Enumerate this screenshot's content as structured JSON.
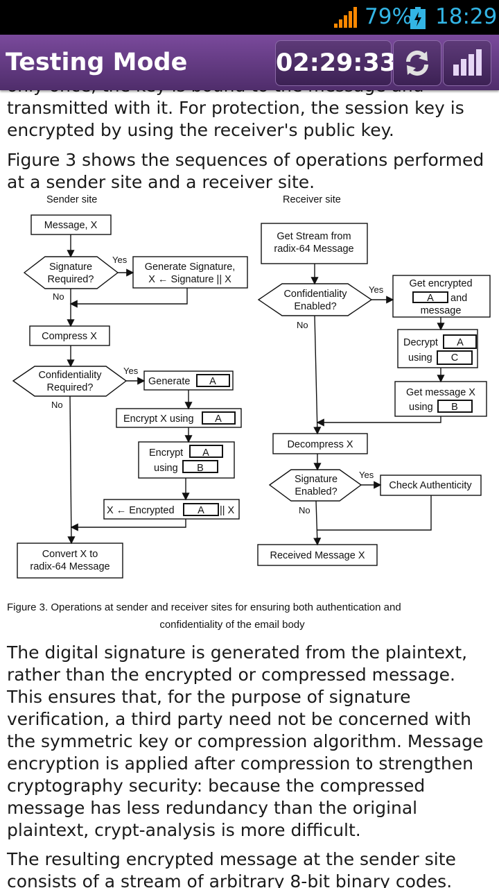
{
  "status_bar": {
    "battery_percent": "79%",
    "time": "18:29",
    "icons": [
      "signal-icon",
      "battery-charging-icon"
    ]
  },
  "app_bar": {
    "title": "Testing Mode",
    "timer": "02:29:33",
    "icons": [
      "refresh-icon",
      "bar-chart-icon"
    ],
    "accent": "#5e3a7e"
  },
  "paragraphs": [
    "only once, the key is bound to the message and transmitted with it. For protection, the session key is encrypted by using the receiver's public key.",
    "Figure 3 shows the sequences of operations performed at a sender site and a receiver site.",
    "The digital signature is generated from the plaintext, rather than the encrypted or compressed message. This ensures that, for the purpose of signature verification, a third party need not be concerned with the symmetric key or compression algorithm. Message encryption is applied after compression to strengthen cryptography security: because the compressed message has less redundancy than the original plaintext, crypt-analysis is more difficult.",
    "The resulting encrypted message at the sender site consists of a stream of arbitrary 8-bit binary codes."
  ],
  "figure": {
    "sender_title": "Sender site",
    "receiver_title": "Receiver site",
    "sender": {
      "message": "Message, X",
      "sig_required": [
        "Signature",
        "Required?"
      ],
      "yes": "Yes",
      "no": "No",
      "generate_signature": [
        "Generate Signature,",
        "X ← Signature || X"
      ],
      "compress": "Compress X",
      "conf_required": [
        "Confidentiality",
        "Required?"
      ],
      "generate": "Generate",
      "encrypt_x_using": "Encrypt X using",
      "encrypt": "Encrypt",
      "using": "using",
      "x_encrypted": "X ← Encrypted",
      "concat_x": "|| X",
      "convert": [
        "Convert X to",
        "radix-64 Message"
      ]
    },
    "receiver": {
      "get_stream": [
        "Get Stream from",
        "radix-64 Message"
      ],
      "conf_enabled": [
        "Confidentiality",
        "Enabled?"
      ],
      "yes": "Yes",
      "no": "No",
      "get_encrypted": "Get encrypted",
      "and": "and",
      "message": "message",
      "decrypt": "Decrypt",
      "using": "using",
      "get_message_x": "Get message X",
      "decompress": "Decompress X",
      "sig_enabled": [
        "Signature",
        "Enabled?"
      ],
      "check_auth": "Check Authenticity",
      "received": "Received Message X"
    },
    "keys": {
      "a": "A",
      "b": "B",
      "c": "C"
    },
    "caption": [
      "Figure 3.  Operations at sender and receiver sites for ensuring both authentication and",
      "confidentiality of the email body"
    ]
  }
}
